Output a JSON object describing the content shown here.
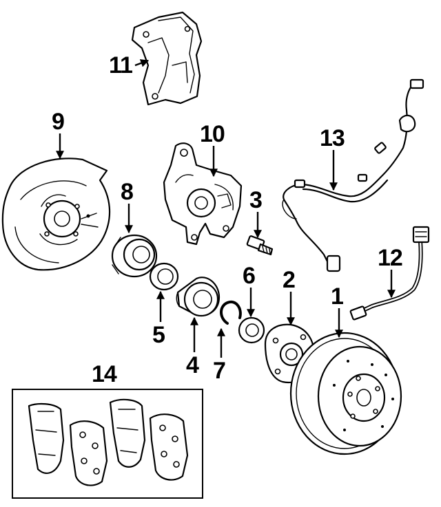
{
  "callouts": [
    {
      "id": "1",
      "label": "1"
    },
    {
      "id": "2",
      "label": "2"
    },
    {
      "id": "3",
      "label": "3"
    },
    {
      "id": "4",
      "label": "4"
    },
    {
      "id": "5",
      "label": "5"
    },
    {
      "id": "6",
      "label": "6"
    },
    {
      "id": "7",
      "label": "7"
    },
    {
      "id": "8",
      "label": "8"
    },
    {
      "id": "9",
      "label": "9"
    },
    {
      "id": "10",
      "label": "10"
    },
    {
      "id": "11",
      "label": "11"
    },
    {
      "id": "12",
      "label": "12"
    },
    {
      "id": "13",
      "label": "13"
    },
    {
      "id": "14",
      "label": "14"
    }
  ],
  "colors": {
    "ink": "#000000",
    "paper": "#ffffff"
  }
}
